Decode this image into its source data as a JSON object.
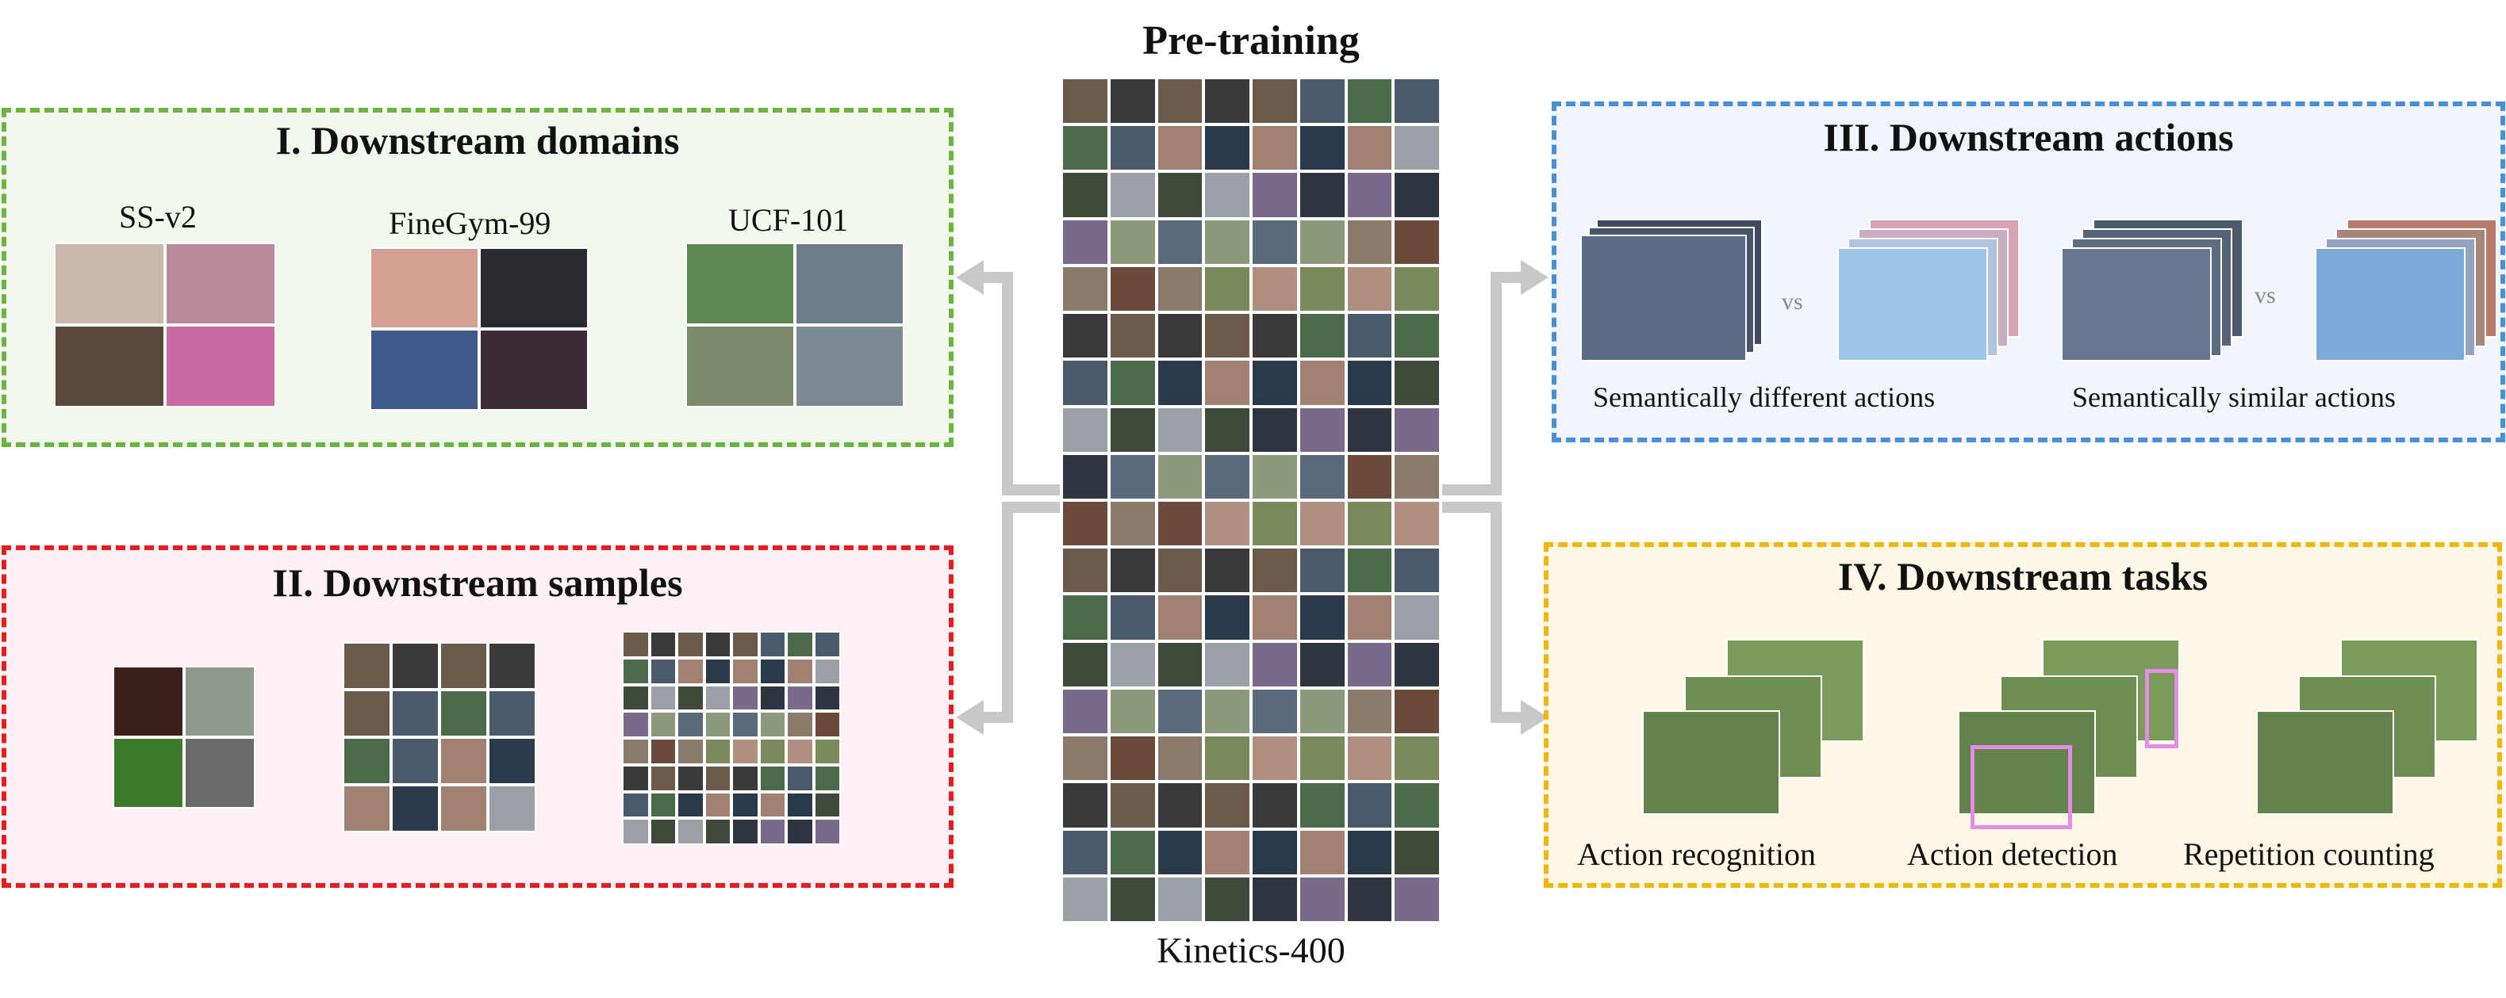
{
  "center": {
    "title": "Pre-training",
    "caption": "Kinetics-400"
  },
  "panel_domains": {
    "title": "I. Downstream domains",
    "border_color": "#6db33f",
    "fill_color": "#f3f8ec",
    "datasets": [
      "SS-v2",
      "FineGym-99",
      "UCF-101"
    ]
  },
  "panel_samples": {
    "title": "II. Downstream samples",
    "border_color": "#e81c1c",
    "fill_color": "#fdf0f6"
  },
  "panel_actions": {
    "title": "III. Downstream actions",
    "border_color": "#4a8fd6",
    "fill_color": "#eff5fb",
    "different_label": "Semantically different actions",
    "similar_label": "Semantically similar actions",
    "vs_left": "vs",
    "vs_right": "vs"
  },
  "panel_tasks": {
    "title": "IV. Downstream tasks",
    "border_color": "#f2b705",
    "fill_color": "#fdf8e6",
    "tasks": [
      "Action recognition",
      "Action detection",
      "Repetition counting"
    ]
  },
  "arrow_color": "#c8c8c8",
  "detection_box_color": "#e58be8"
}
